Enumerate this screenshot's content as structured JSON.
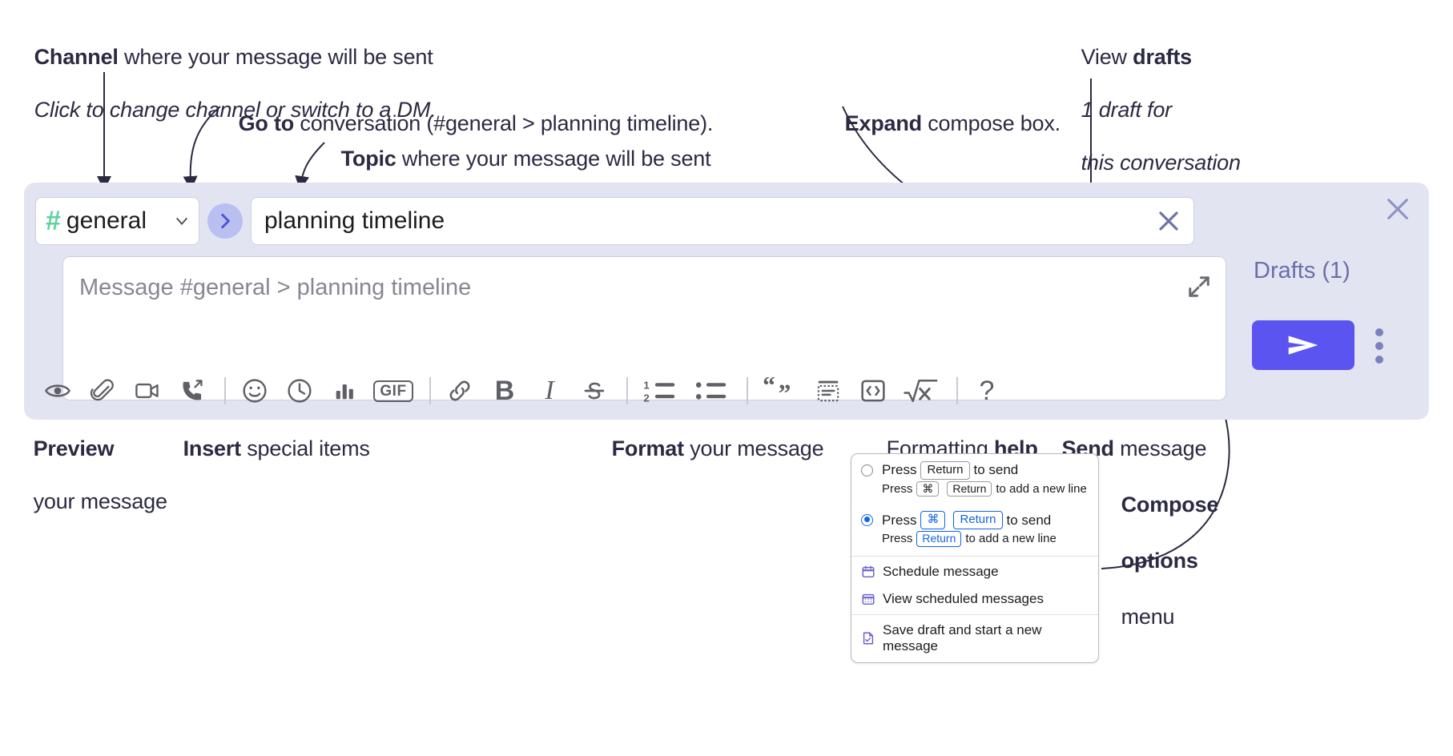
{
  "annotations": {
    "channel": {
      "bold": "Channel",
      "rest": " where your message will be sent",
      "italic": "Click to change channel or switch to a DM."
    },
    "goto": {
      "bold": "Go to",
      "rest": " conversation (#general > planning timeline)."
    },
    "topic": {
      "bold": "Topic",
      "rest": " where your message will be sent"
    },
    "expand": {
      "bold": "Expand",
      "rest": " compose box."
    },
    "drafts": {
      "bold_pre": "View ",
      "bold": "drafts",
      "italic1": "1 draft for",
      "italic2": "this conversation"
    },
    "preview": {
      "bold": "Preview",
      "rest": "your message"
    },
    "insert": {
      "bold": "Insert",
      "rest": " special items"
    },
    "format": {
      "bold": "Format",
      "rest": " your message"
    },
    "help": {
      "pre": "Formatting ",
      "bold": "help"
    },
    "send": {
      "bold": "Send",
      "rest": " message"
    },
    "compose_options": {
      "bold1": "Compose",
      "bold2": "options",
      "rest": "menu"
    }
  },
  "compose": {
    "channel_name": "general",
    "channel_icon": "hash-icon",
    "channel_chevron": "chevron-down-icon",
    "go_to_conversation_icon": "chevron-right-icon",
    "topic_value": "planning timeline",
    "topic_clear_icon": "close-icon",
    "message_placeholder": "Message #general > planning timeline",
    "expand_icon": "expand-icon",
    "close_icon": "close-icon",
    "drafts_label": "Drafts (1)",
    "send_icon": "send-paper-plane-icon",
    "overflow_icon": "kebab-vertical-icon",
    "toolbar": [
      {
        "name": "preview-icon",
        "label": "Preview"
      },
      {
        "name": "attachment-paperclip-icon",
        "label": "Attach file"
      },
      {
        "name": "video-camera-icon",
        "label": "Video clip"
      },
      {
        "name": "phone-call-icon",
        "label": "Audio clip"
      },
      {
        "name": "divider",
        "label": ""
      },
      {
        "name": "emoji-smiley-icon",
        "label": "Emoji"
      },
      {
        "name": "clock-icon",
        "label": "Reminder"
      },
      {
        "name": "bar-chart-icon",
        "label": "Poll"
      },
      {
        "name": "gif-icon",
        "label": "GIF"
      },
      {
        "name": "divider",
        "label": ""
      },
      {
        "name": "link-icon",
        "label": "Link"
      },
      {
        "name": "bold-icon",
        "label": "B"
      },
      {
        "name": "italic-icon",
        "label": "I"
      },
      {
        "name": "strikethrough-icon",
        "label": "Strikethrough"
      },
      {
        "name": "divider",
        "label": ""
      },
      {
        "name": "ordered-list-icon",
        "label": "Ordered list"
      },
      {
        "name": "bulleted-list-icon",
        "label": "Bulleted list"
      },
      {
        "name": "divider",
        "label": ""
      },
      {
        "name": "blockquote-icon",
        "label": "Blockquote"
      },
      {
        "name": "code-block-icon",
        "label": "Code block"
      },
      {
        "name": "inline-code-icon",
        "label": "Code"
      },
      {
        "name": "math-icon",
        "label": "Math"
      },
      {
        "name": "divider",
        "label": ""
      },
      {
        "name": "help-question-icon",
        "label": "?"
      }
    ],
    "gif_label": "GIF",
    "bold_label": "B",
    "italic_label": "I",
    "help_label": "?"
  },
  "menu": {
    "option1": {
      "pre": "Press",
      "key": "Return",
      "post": "to send"
    },
    "option1_sub": {
      "pre": "Press",
      "key1": "⌘",
      "key2": "Return",
      "post": "to add a new line"
    },
    "option2": {
      "pre": "Press",
      "key1": "⌘",
      "key2": "Return",
      "post": "to send"
    },
    "option2_sub": {
      "pre": "Press",
      "key": "Return",
      "post": "to add a new line"
    },
    "selected_index": 1,
    "items": [
      {
        "icon": "calendar-schedule-icon",
        "label": "Schedule message"
      },
      {
        "icon": "calendar-grid-icon",
        "label": "View scheduled messages"
      },
      {
        "icon": "save-draft-icon",
        "label": "Save draft and start a new message"
      }
    ]
  },
  "colors": {
    "accent": "#5b54f0",
    "compose_bg": "#e3e4f2",
    "channel_hash": "#5fd19b",
    "drafts_text": "#6b6fa8",
    "blue_key": "#1264e3",
    "menu_icon": "#6a5fd0"
  }
}
